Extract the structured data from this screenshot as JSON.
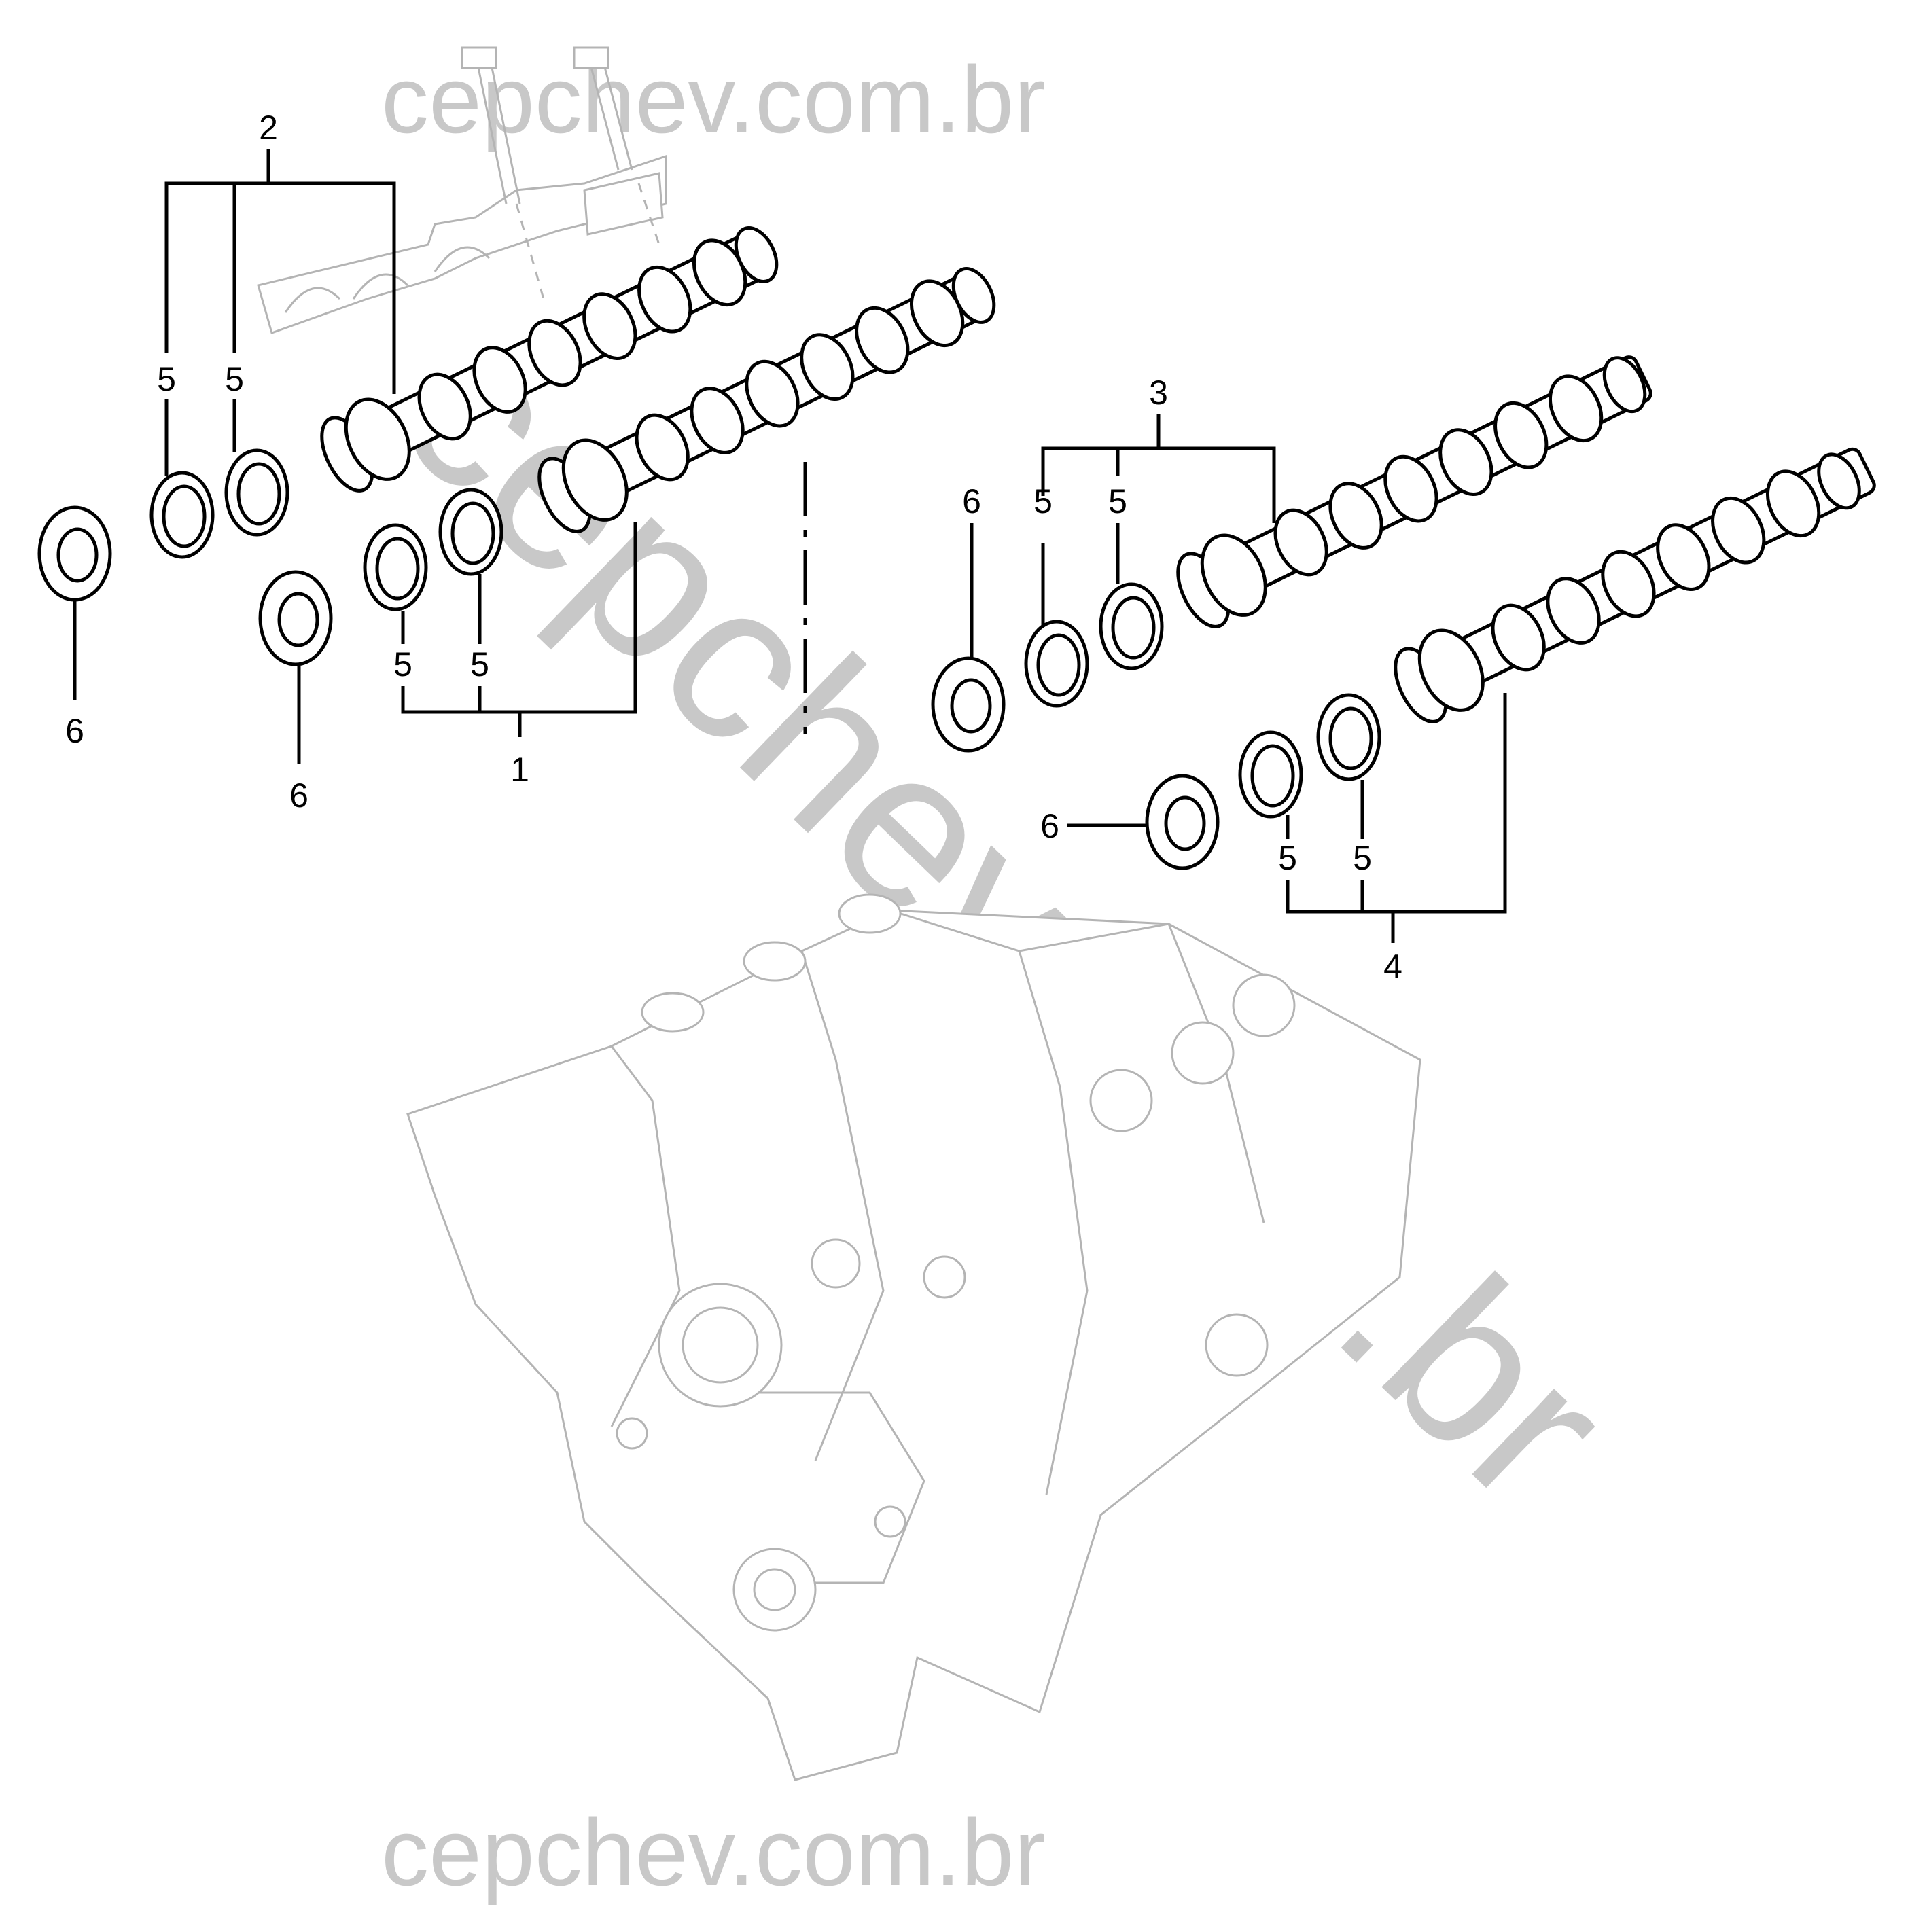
{
  "watermark": {
    "top": "cepchev.com.br",
    "bottom": "cepchev.com.br",
    "diagonal": "cepchev.com.br",
    "color": "#c8c8c8"
  },
  "callouts": {
    "c1": "1",
    "c2": "2",
    "c3": "3",
    "c4": "4",
    "c5": "5",
    "c6": "6"
  }
}
